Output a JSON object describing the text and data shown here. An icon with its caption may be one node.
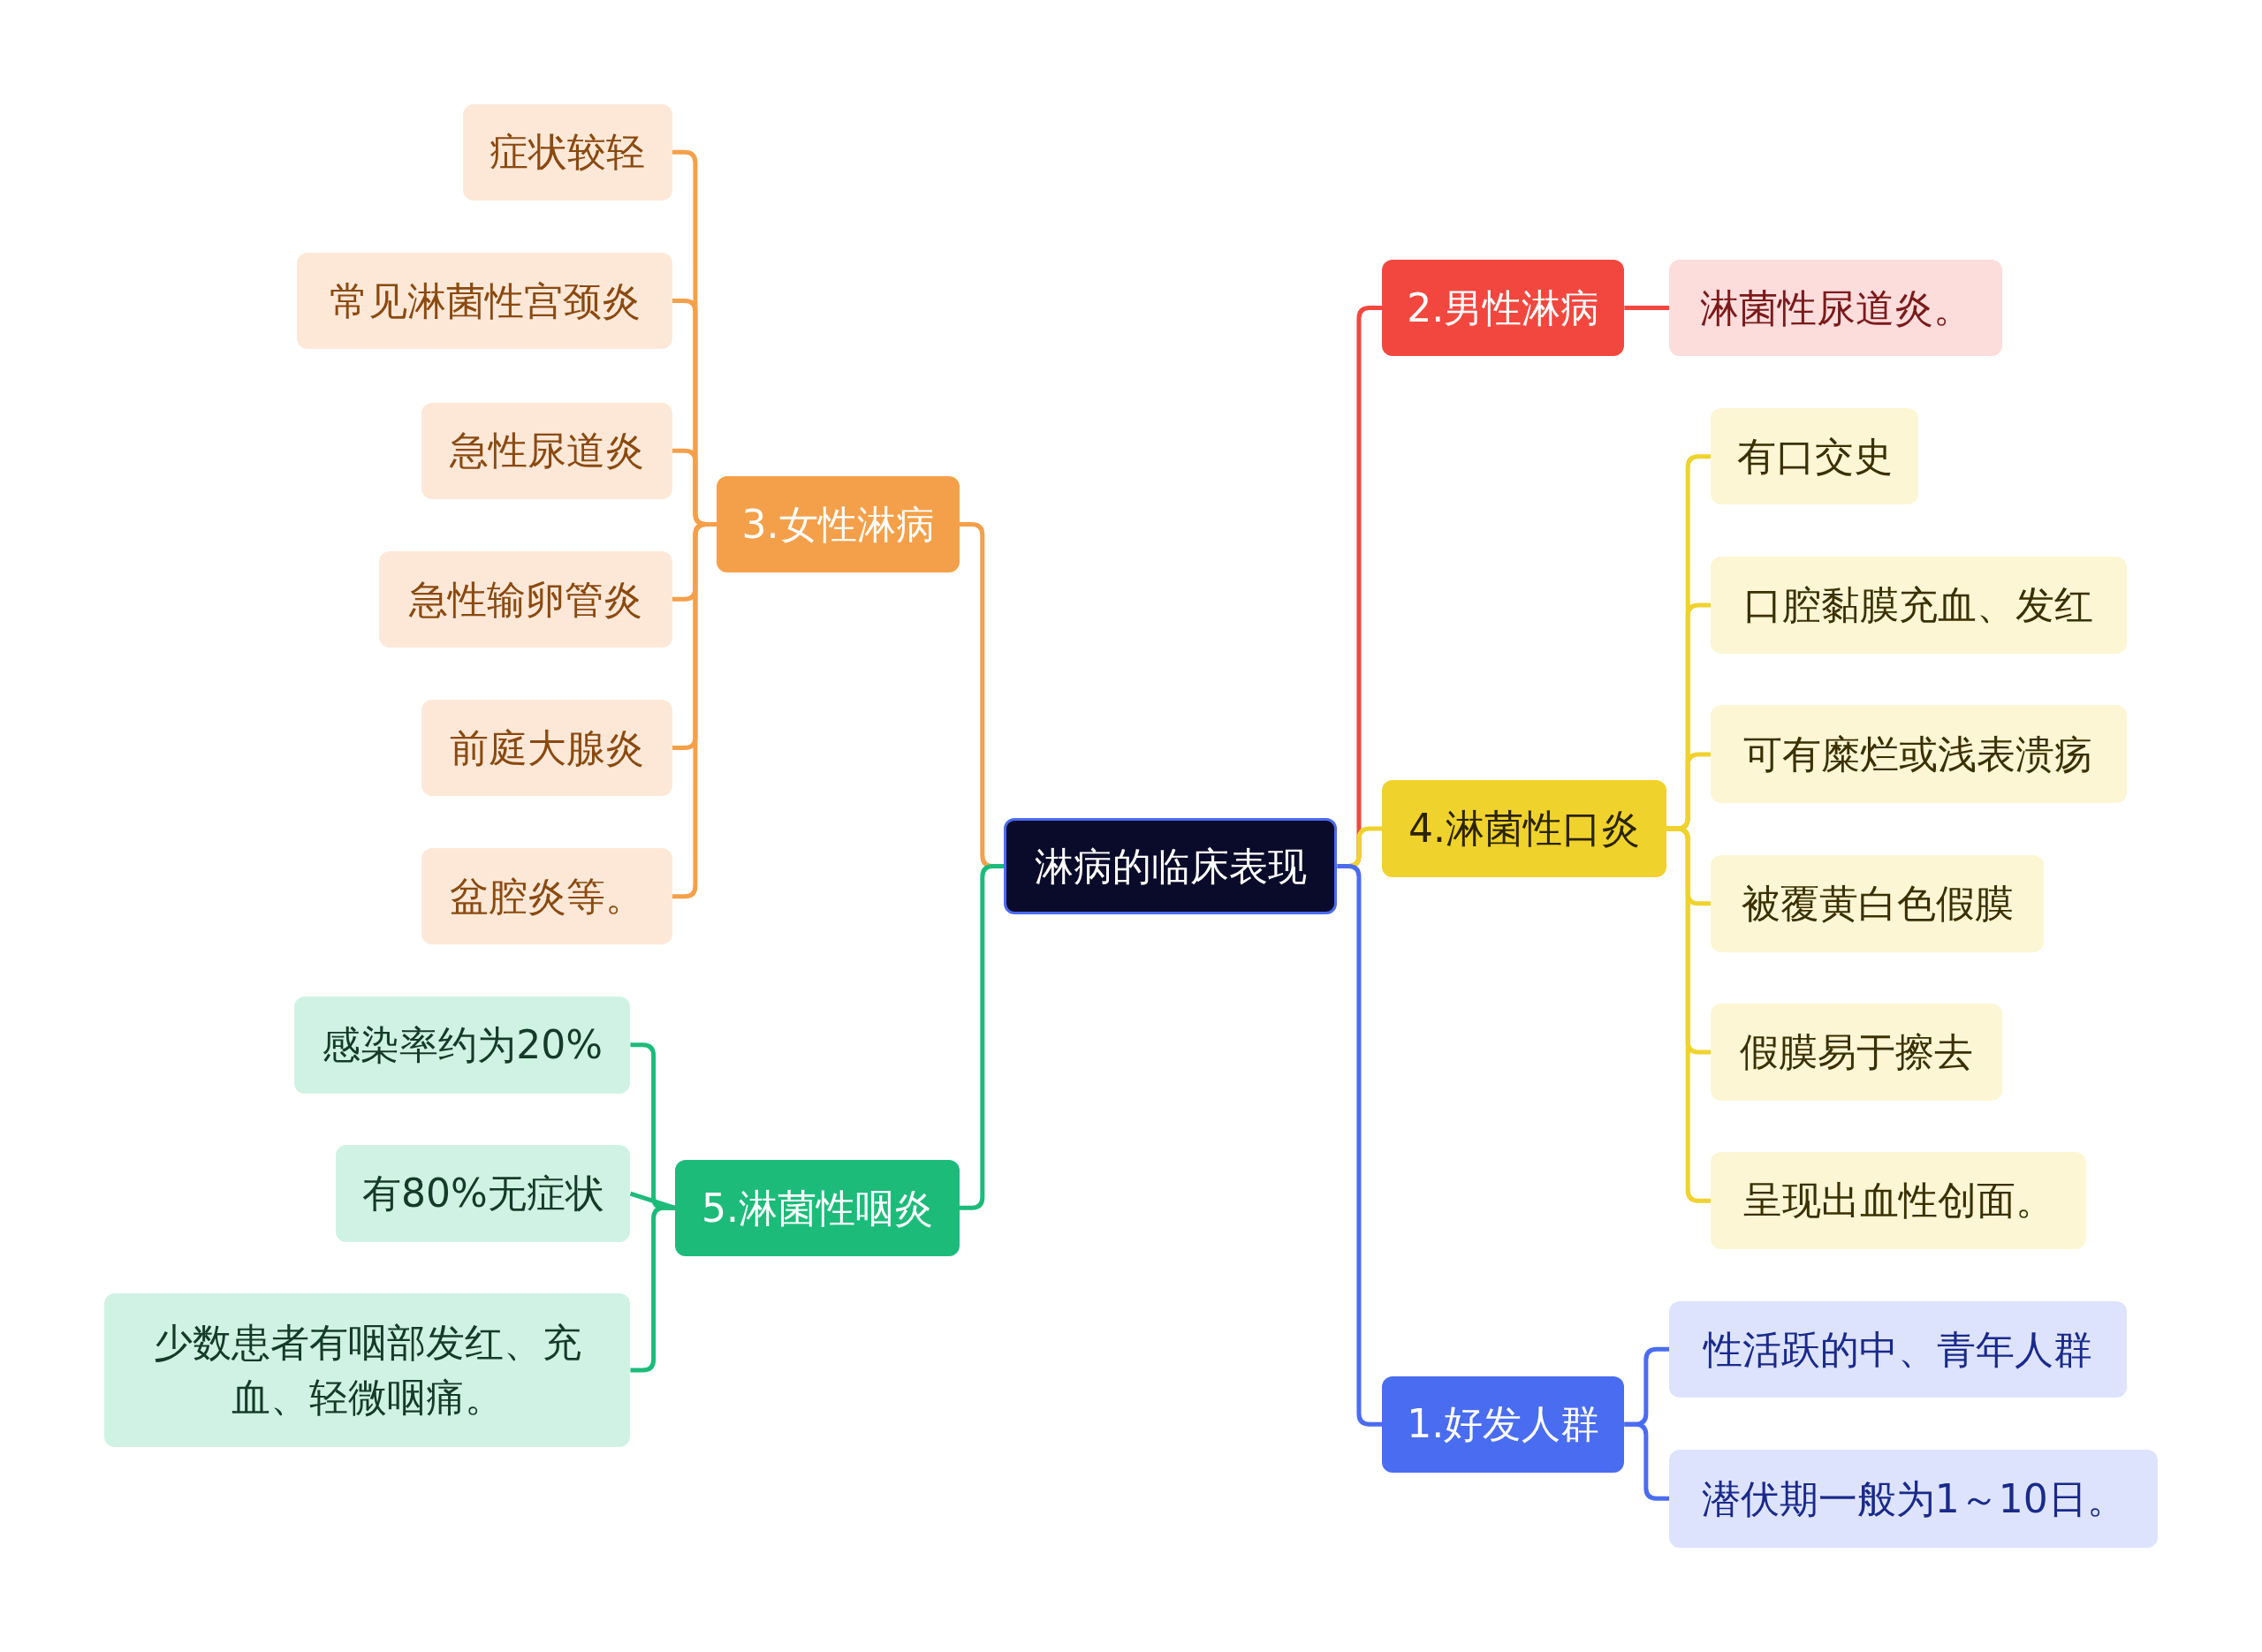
{
  "diagram": {
    "nodes": [
      {
        "text": [
          "淋病的临床表现"
        ]
      },
      {
        "text": [
          "3.女性淋病"
        ]
      },
      {
        "text": [
          "症状较轻"
        ]
      },
      {
        "text": [
          "常见淋菌性宫颈炎"
        ]
      },
      {
        "text": [
          "急性尿道炎"
        ]
      },
      {
        "text": [
          "急性输卵管炎"
        ]
      },
      {
        "text": [
          "前庭大腺炎"
        ]
      },
      {
        "text": [
          "盆腔炎等。"
        ]
      },
      {
        "text": [
          "5.淋菌性咽炎"
        ]
      },
      {
        "text": [
          "感染率约为20%"
        ]
      },
      {
        "text": [
          "有80%无症状"
        ]
      },
      {
        "text": [
          "少数患者有咽部发红、充血、轻微咽痛。"
        ]
      },
      {
        "text": [
          "2.男性淋病"
        ]
      },
      {
        "text": [
          "淋菌性尿道炎。"
        ]
      },
      {
        "text": [
          "4.淋菌性口炎"
        ]
      },
      {
        "text": [
          "有口交史"
        ]
      },
      {
        "text": [
          "口腔黏膜充血、发红"
        ]
      },
      {
        "text": [
          "可有糜烂或浅表溃疡"
        ]
      },
      {
        "text": [
          "被覆黄白色假膜"
        ]
      },
      {
        "text": [
          "假膜易于擦去"
        ]
      },
      {
        "text": [
          "呈现出血性创面。"
        ]
      },
      {
        "text": [
          "1.好发人群"
        ]
      },
      {
        "text": [
          "性活跃的中、青年人群"
        ]
      },
      {
        "text": [
          "潜伏期一般为1～10日。"
        ]
      }
    ],
    "edges": [
      {
        "from": 0,
        "to": 1,
        "arrow": "none",
        "color": "#f4a04a"
      },
      {
        "from": 1,
        "to": 2,
        "arrow": "none",
        "color": "#f4a04a"
      },
      {
        "from": 1,
        "to": 3,
        "arrow": "none",
        "color": "#f4a04a"
      },
      {
        "from": 1,
        "to": 4,
        "arrow": "none",
        "color": "#f4a04a"
      },
      {
        "from": 1,
        "to": 5,
        "arrow": "none",
        "color": "#f4a04a"
      },
      {
        "from": 1,
        "to": 6,
        "arrow": "none",
        "color": "#f4a04a"
      },
      {
        "from": 1,
        "to": 7,
        "arrow": "none",
        "color": "#f4a04a"
      },
      {
        "from": 0,
        "to": 8,
        "arrow": "none",
        "color": "#1dbb7a"
      },
      {
        "from": 8,
        "to": 9,
        "arrow": "none",
        "color": "#1dbb7a"
      },
      {
        "from": 8,
        "to": 10,
        "arrow": "none",
        "color": "#1dbb7a"
      },
      {
        "from": 8,
        "to": 11,
        "arrow": "none",
        "color": "#1dbb7a"
      },
      {
        "from": 0,
        "to": 12,
        "arrow": "none",
        "color": "#f2473f"
      },
      {
        "from": 12,
        "to": 13,
        "arrow": "none",
        "color": "#f2473f"
      },
      {
        "from": 0,
        "to": 14,
        "arrow": "none",
        "color": "#f0d22c"
      },
      {
        "from": 14,
        "to": 15,
        "arrow": "none",
        "color": "#f0d22c"
      },
      {
        "from": 14,
        "to": 16,
        "arrow": "none",
        "color": "#f0d22c"
      },
      {
        "from": 14,
        "to": 17,
        "arrow": "none",
        "color": "#f0d22c"
      },
      {
        "from": 14,
        "to": 18,
        "arrow": "none",
        "color": "#f0d22c"
      },
      {
        "from": 14,
        "to": 19,
        "arrow": "none",
        "color": "#f0d22c"
      },
      {
        "from": 14,
        "to": 20,
        "arrow": "none",
        "color": "#f0d22c"
      },
      {
        "from": 0,
        "to": 21,
        "arrow": "none",
        "color": "#4a6cf0"
      },
      {
        "from": 21,
        "to": 22,
        "arrow": "none",
        "color": "#4a6cf0"
      },
      {
        "from": 21,
        "to": 23,
        "arrow": "none",
        "color": "#4a6cf0"
      }
    ]
  }
}
